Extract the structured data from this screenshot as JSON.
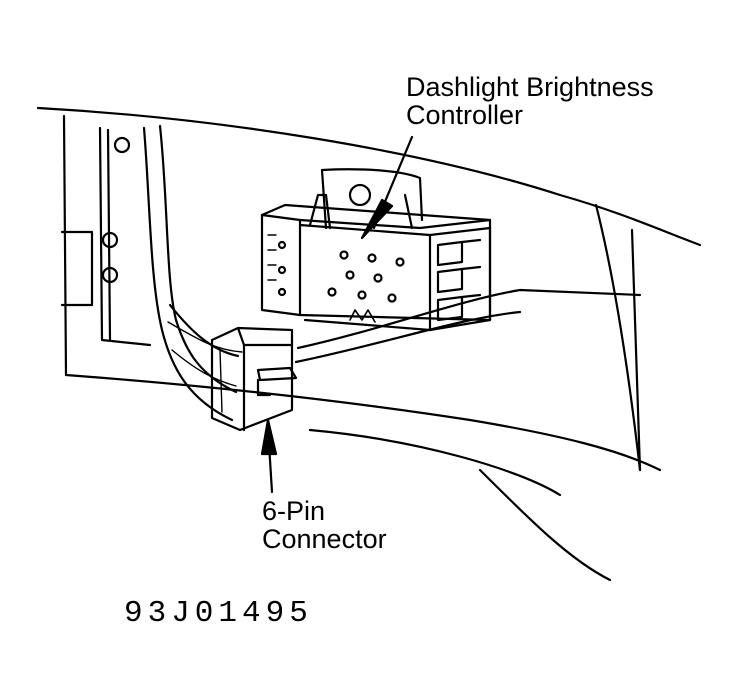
{
  "labels": {
    "controller": {
      "line1": "Dashlight Brightness",
      "line2": "Controller"
    },
    "connector": {
      "line1": "6-Pin",
      "line2": "Connector"
    }
  },
  "figure_id": "93J01495",
  "colors": {
    "ink": "#000000",
    "paper": "#ffffff"
  }
}
